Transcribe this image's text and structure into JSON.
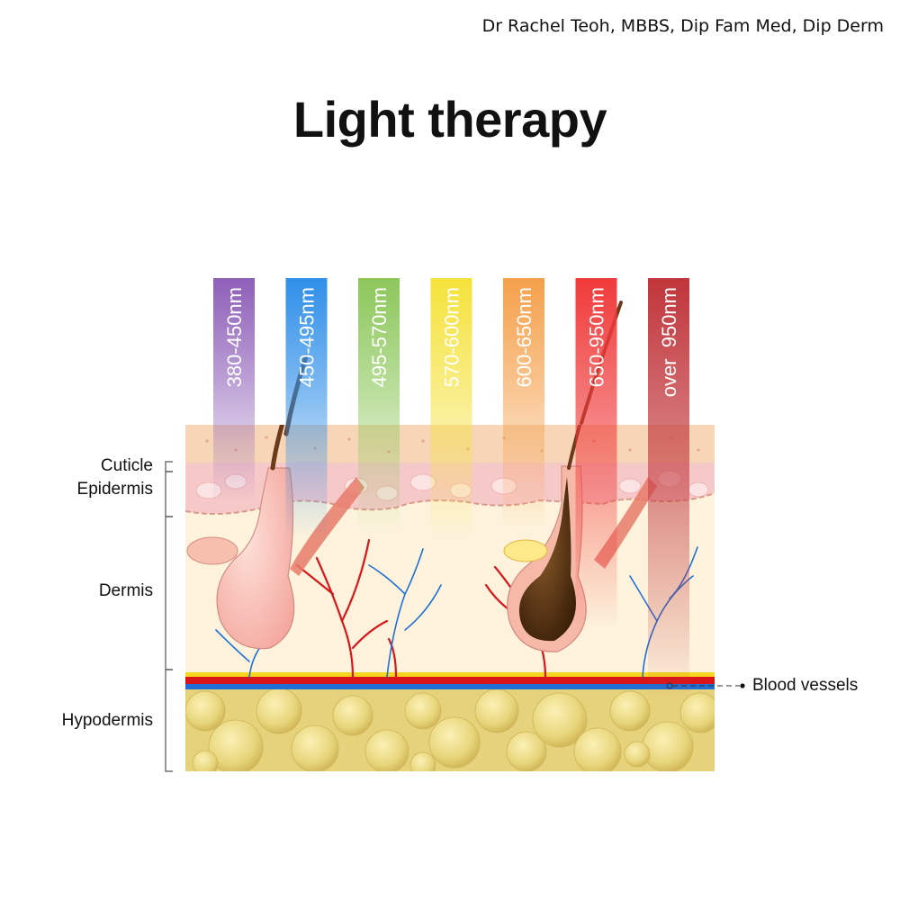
{
  "credit": "Dr Rachel Teoh, MBBS, Dip Fam Med, Dip Derm",
  "title": "Light therapy",
  "layers": {
    "cuticle": "Cuticle",
    "epidermis": "Epidermis",
    "dermis": "Dermis",
    "hypodermis": "Hypodermis"
  },
  "callouts": {
    "blood_vessels": "Blood vessels"
  },
  "wavelength_bands": [
    {
      "label": "380-450nm",
      "color": "#8e5fb8"
    },
    {
      "label": "450-495nm",
      "color": "#2f8fe8"
    },
    {
      "label": "495-570nm",
      "color": "#8cc75a"
    },
    {
      "label": "570-600nm",
      "color": "#f4e23a"
    },
    {
      "label": "600-650nm",
      "color": "#f5a04a"
    },
    {
      "label": "650-950nm",
      "color": "#f03a3a"
    },
    {
      "label": "over  950nm",
      "color": "#c0353a"
    }
  ],
  "colors": {
    "stratum": "#f7d6b8",
    "epidermis": "#f6c9c9",
    "dermis": "#fdf3dc",
    "fat": "#e6d27a",
    "artery": "#d8161a",
    "vein": "#1f6fd6"
  }
}
